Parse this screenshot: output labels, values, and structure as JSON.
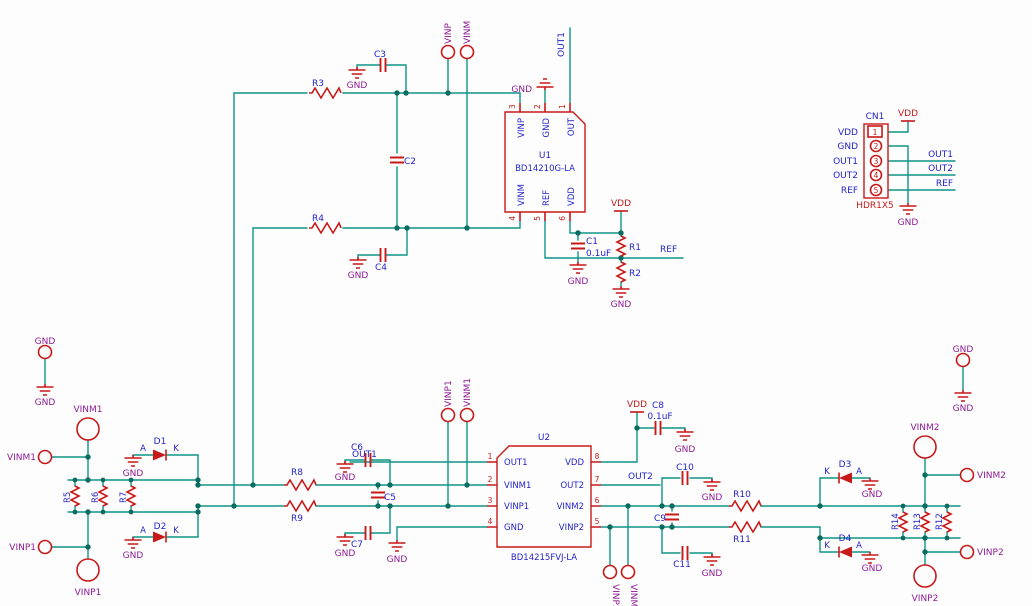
{
  "palette": {
    "wire": "#0e9488",
    "component": "#c81919",
    "label": "#2323cc",
    "net_port": "#8e1b96",
    "background": "#fdfdfd"
  },
  "nets": {
    "gnd": "GND",
    "vdd": "VDD",
    "ref": "REF",
    "out1": "OUT1",
    "out2": "OUT2",
    "vinp": "VINP",
    "vinm": "VINM",
    "vinm1": "VINM1",
    "vinp1": "VINP1",
    "vinm2": "VINM2",
    "vinp2": "VINP2"
  },
  "diode_pins": {
    "anode": "A",
    "cathode": "K"
  },
  "components": {
    "u1": {
      "ref": "U1",
      "part": "BD14210G-LA",
      "pins": [
        {
          "num": "3",
          "name": "VINP"
        },
        {
          "num": "2",
          "name": "GND"
        },
        {
          "num": "1",
          "name": "OUT"
        },
        {
          "num": "4",
          "name": "VINM"
        },
        {
          "num": "5",
          "name": "REF"
        },
        {
          "num": "6",
          "name": "VDD"
        }
      ]
    },
    "u2": {
      "ref": "U2",
      "part": "BD14215FVJ-LA",
      "pins": [
        {
          "num": "1",
          "name": "OUT1"
        },
        {
          "num": "2",
          "name": "VINM1"
        },
        {
          "num": "3",
          "name": "VINP1"
        },
        {
          "num": "4",
          "name": "GND"
        },
        {
          "num": "8",
          "name": "VDD"
        },
        {
          "num": "7",
          "name": "OUT2"
        },
        {
          "num": "6",
          "name": "VINM2"
        },
        {
          "num": "5",
          "name": "VINP2"
        }
      ]
    },
    "cn1": {
      "ref": "CN1",
      "part": "HDR1X5",
      "pins": [
        {
          "num": "1",
          "net": "VDD"
        },
        {
          "num": "2",
          "net": "GND"
        },
        {
          "num": "3",
          "net": "OUT1"
        },
        {
          "num": "4",
          "net": "OUT2"
        },
        {
          "num": "5",
          "net": "REF"
        }
      ]
    },
    "refs": {
      "r1": "R1",
      "r2": "R2",
      "r3": "R3",
      "r4": "R4",
      "r5": "R5",
      "r6": "R6",
      "r7": "R7",
      "r8": "R8",
      "r9": "R9",
      "r10": "R10",
      "r11": "R11",
      "r12": "R12",
      "r13": "R13",
      "r14": "R14",
      "c1": "C1",
      "c2": "C2",
      "c3": "C3",
      "c4": "C4",
      "c5": "C5",
      "c6": "C6",
      "c7": "C7",
      "c8": "C8",
      "c9": "C9",
      "c10": "C10",
      "c11": "C11",
      "d1": "D1",
      "d2": "D2",
      "d3": "D3",
      "d4": "D4"
    },
    "values": {
      "c1": "0.1uF",
      "c8": "0.1uF"
    }
  }
}
